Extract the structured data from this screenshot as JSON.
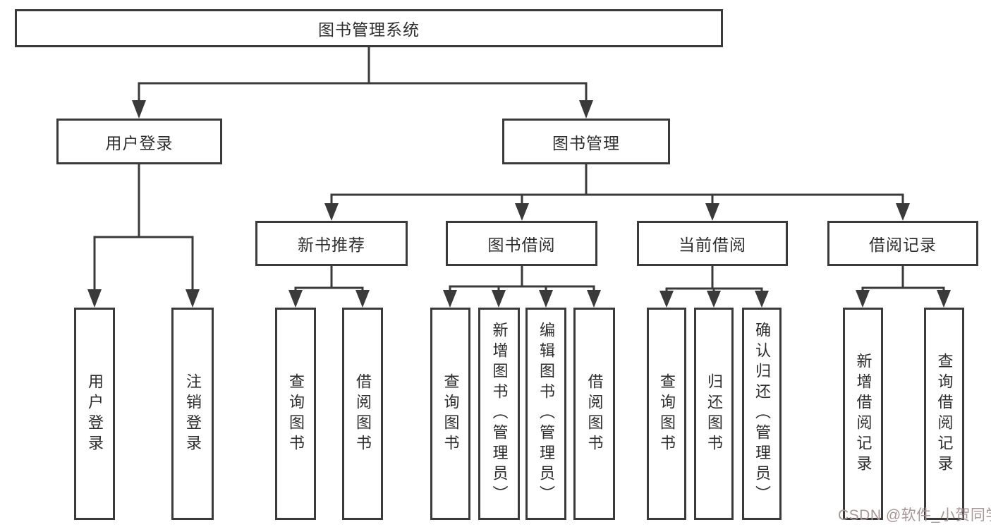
{
  "tree": {
    "root": {
      "label": "图书管理系统"
    },
    "branches": [
      {
        "label": "用户登录",
        "children": [
          {
            "label": "用户登录"
          },
          {
            "label": "注销登录"
          }
        ]
      },
      {
        "label": "图书管理",
        "sections": [
          {
            "label": "新书推荐",
            "children": [
              {
                "label": "查询图书"
              },
              {
                "label": "借阅图书"
              }
            ]
          },
          {
            "label": "图书借阅",
            "children": [
              {
                "label": "查询图书"
              },
              {
                "label": "新增图书（管理员）"
              },
              {
                "label": "编辑图书（管理员）"
              },
              {
                "label": "借阅图书"
              }
            ]
          },
          {
            "label": "当前借阅",
            "children": [
              {
                "label": "查询图书"
              },
              {
                "label": "归还图书"
              },
              {
                "label": "确认归还（管理员）"
              }
            ]
          },
          {
            "label": "借阅记录",
            "children": [
              {
                "label": "新增借阅记录"
              },
              {
                "label": "查询借阅记录"
              }
            ]
          }
        ]
      }
    ]
  },
  "watermark": {
    "text": "CSDN @软件_小贺同学",
    "color": "#a89697"
  },
  "colors": {
    "line": "#3a3a3a",
    "text": "#2d2d2d",
    "background": "#ffffff"
  }
}
